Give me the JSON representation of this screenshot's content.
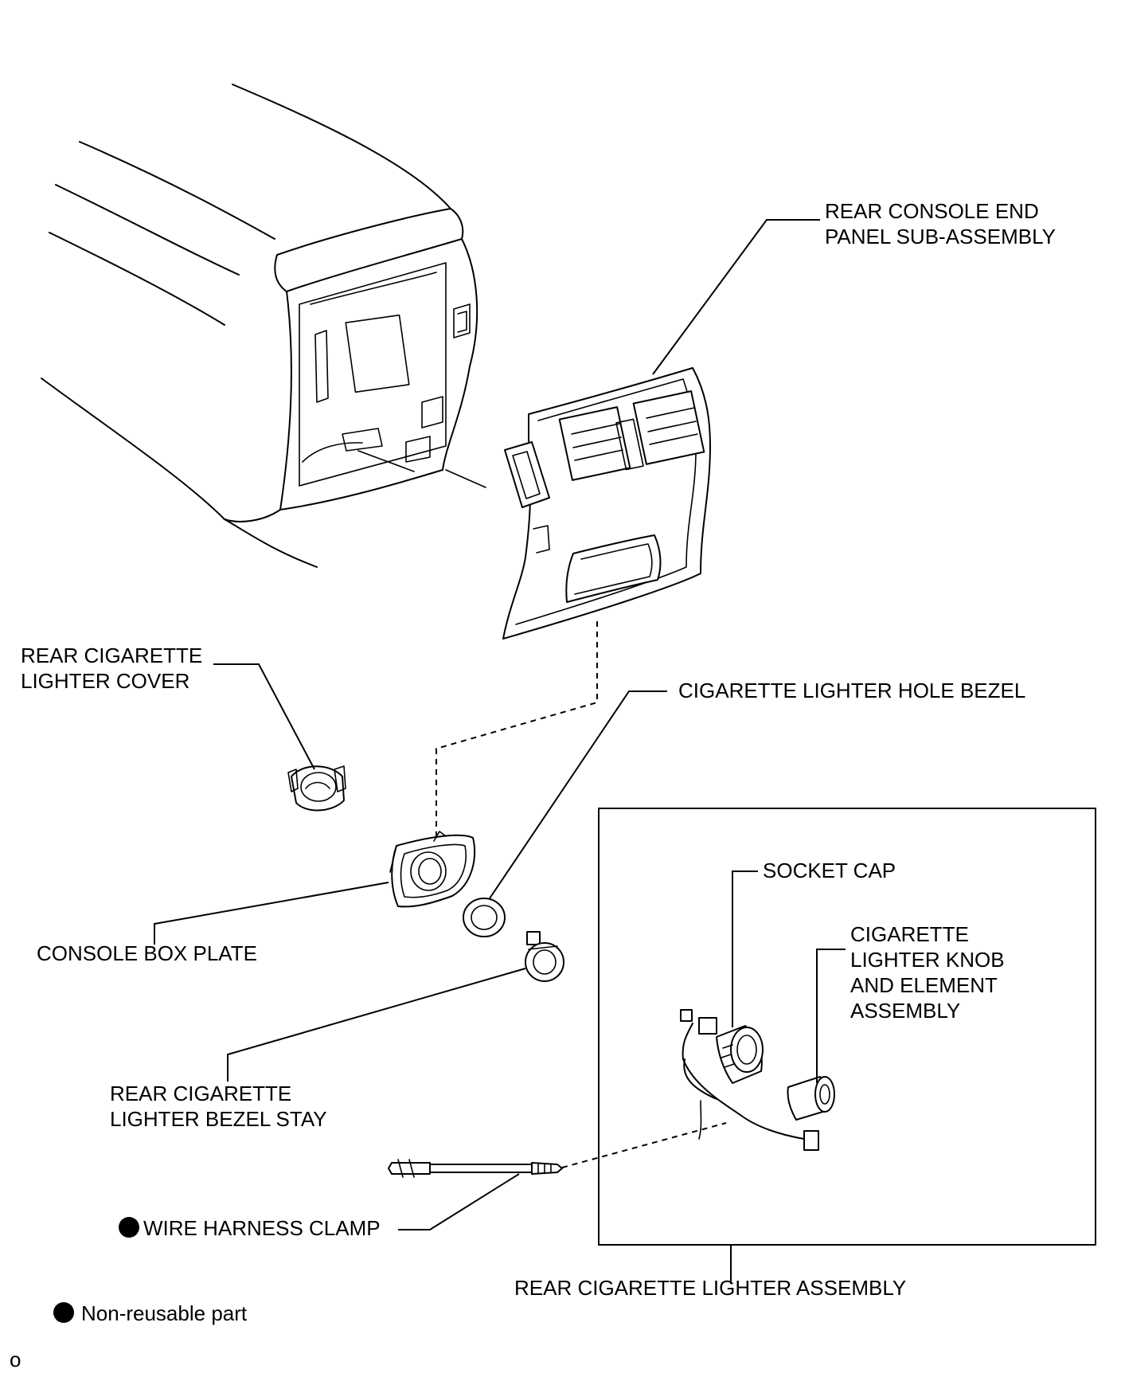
{
  "labels": {
    "end_panel_l1": "REAR CONSOLE END",
    "end_panel_l2": "PANEL SUB-ASSEMBLY",
    "lighter_cover_l1": "REAR CIGARETTE",
    "lighter_cover_l2": "LIGHTER COVER",
    "hole_bezel": "CIGARETTE LIGHTER HOLE BEZEL",
    "socket_cap": "SOCKET CAP",
    "knob_l1": "CIGARETTE",
    "knob_l2": "LIGHTER KNOB",
    "knob_l3": "AND ELEMENT",
    "knob_l4": "ASSEMBLY",
    "box_plate": "CONSOLE BOX PLATE",
    "bezel_stay_l1": "REAR CIGARETTE",
    "bezel_stay_l2": "LIGHTER BEZEL STAY",
    "clamp": "WIRE HARNESS CLAMP",
    "lighter_assembly": "REAR CIGARETTE LIGHTER ASSEMBLY",
    "legend": "Non-reusable part",
    "footer_code": "o"
  }
}
